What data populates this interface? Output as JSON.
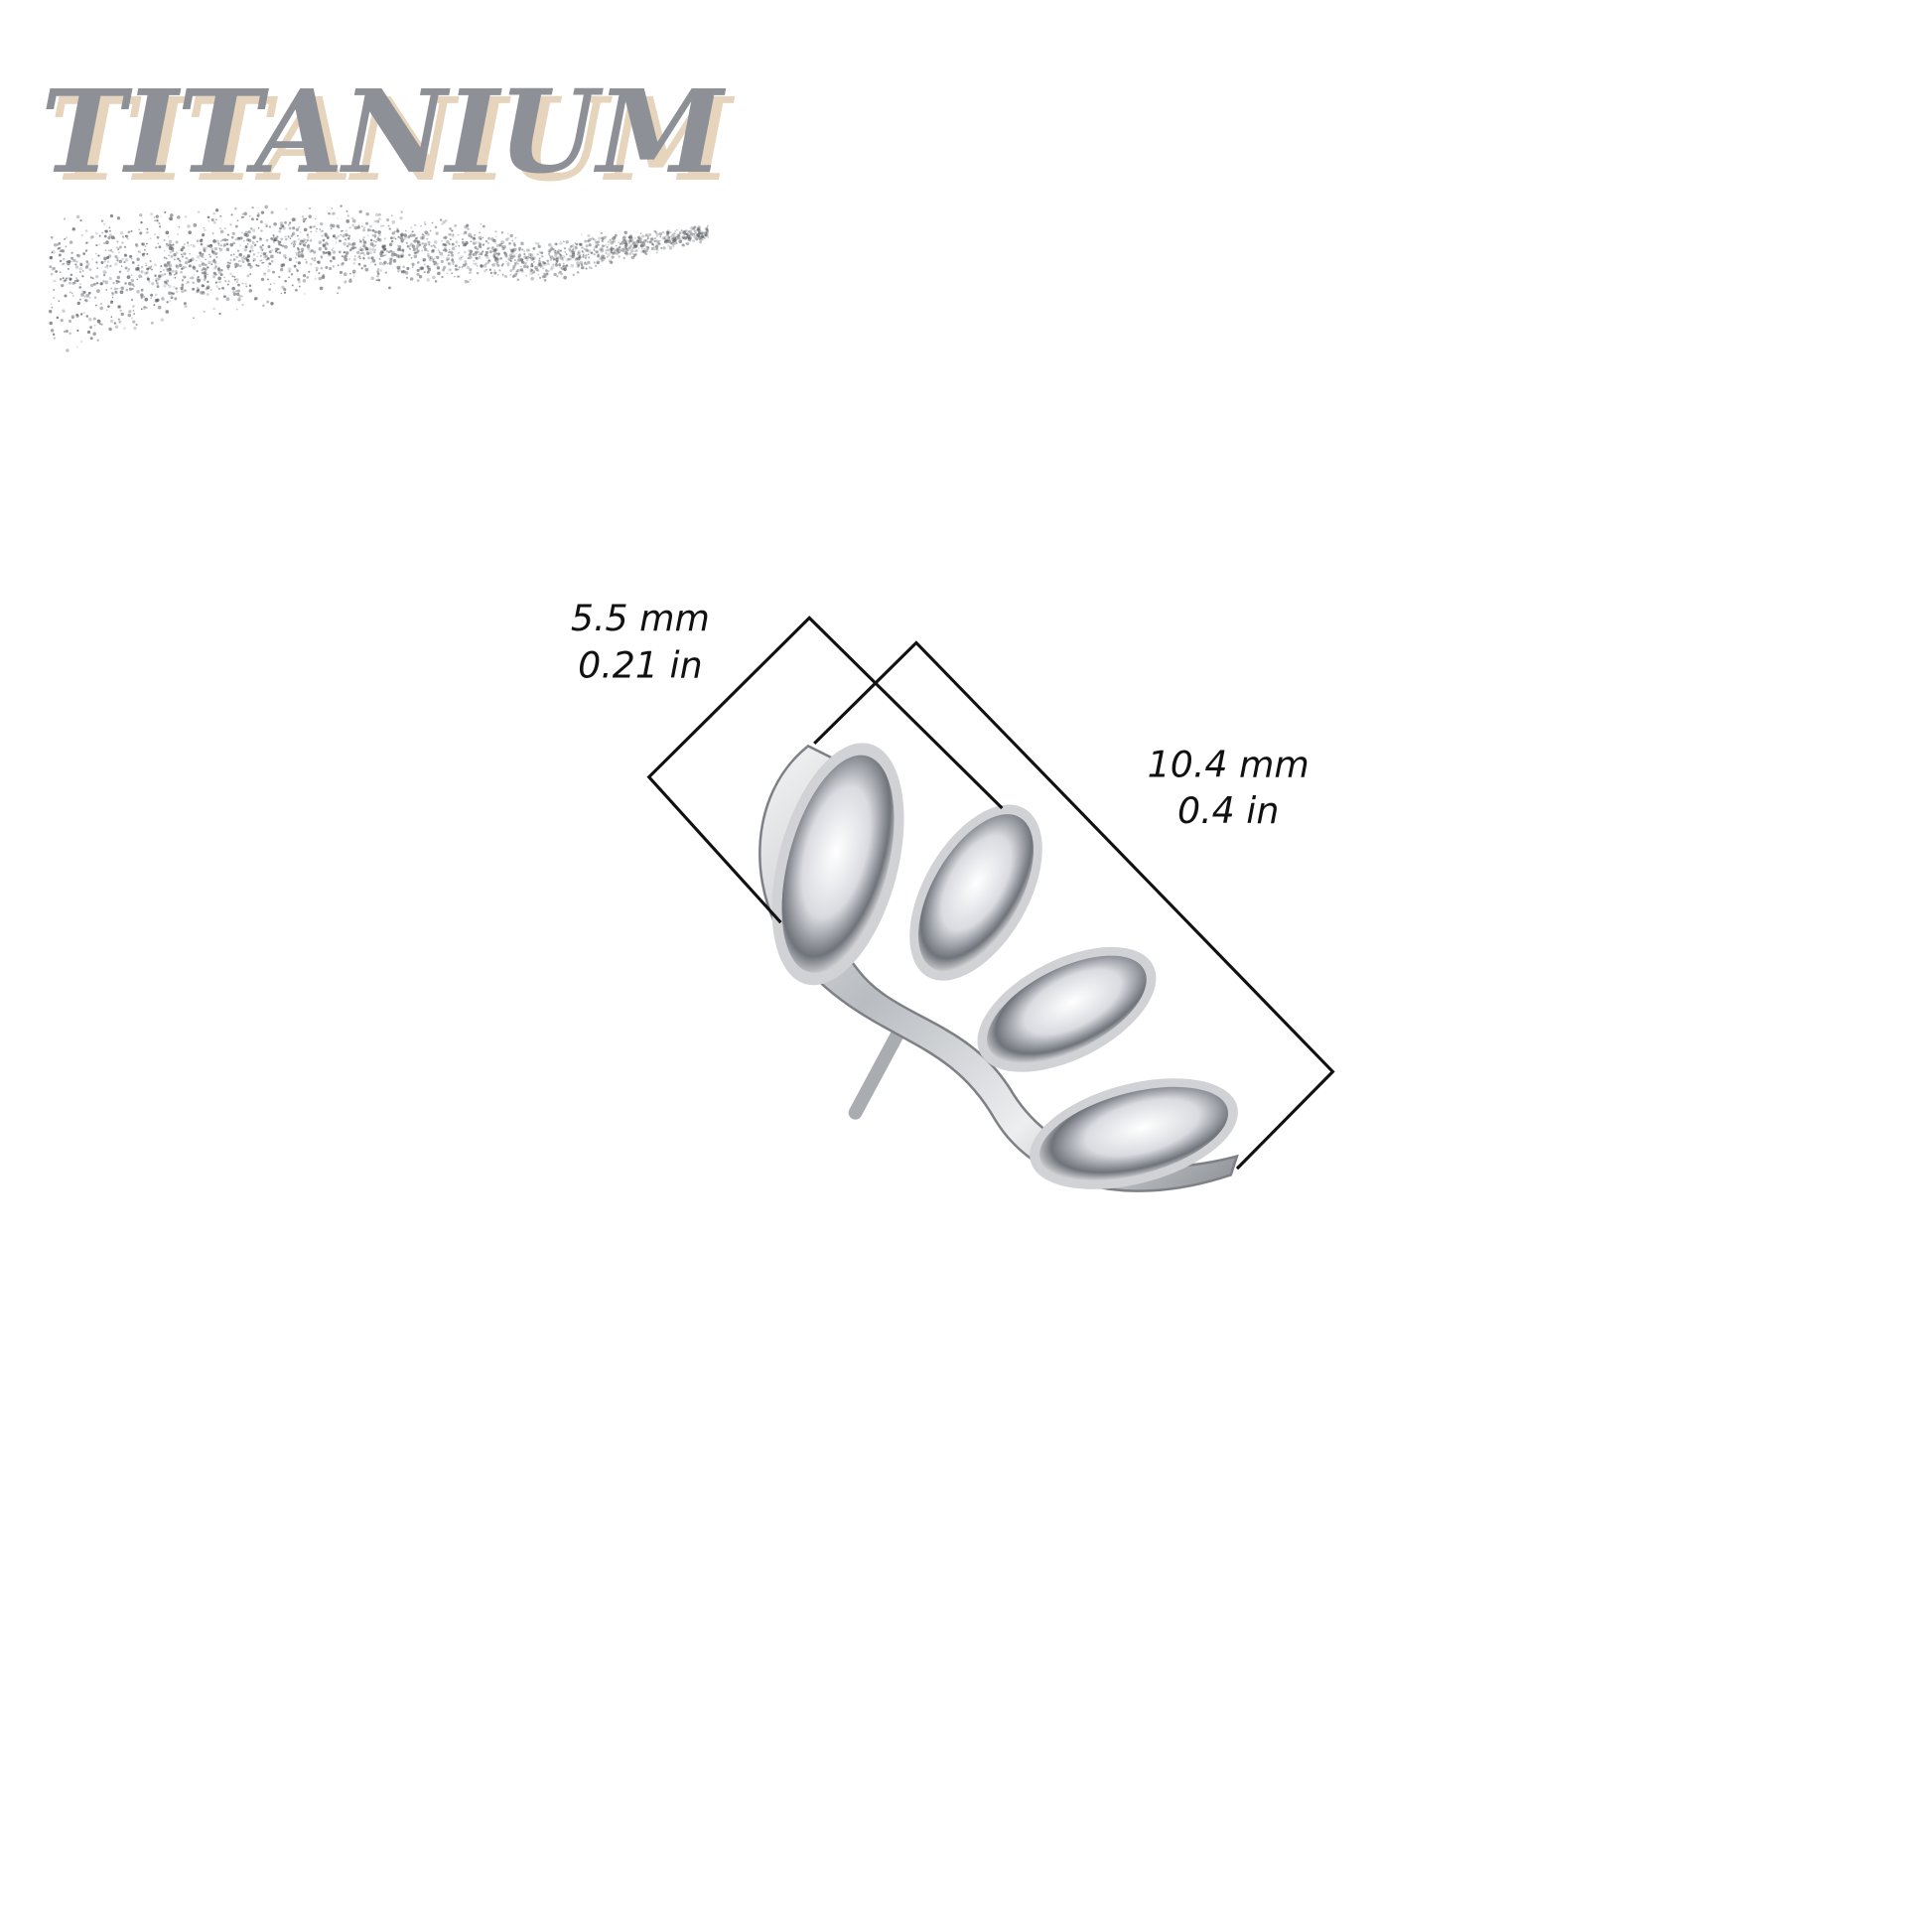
{
  "brand": {
    "title": "TITANIUM",
    "title_color": "#8e9097",
    "shadow_color": "#e6d5bc",
    "dust_color": "#555a60"
  },
  "dimensions": {
    "width_mm": "5.5 mm",
    "width_in": "0.21 in",
    "length_mm": "10.4 mm",
    "length_in": "0.4 in"
  }
}
